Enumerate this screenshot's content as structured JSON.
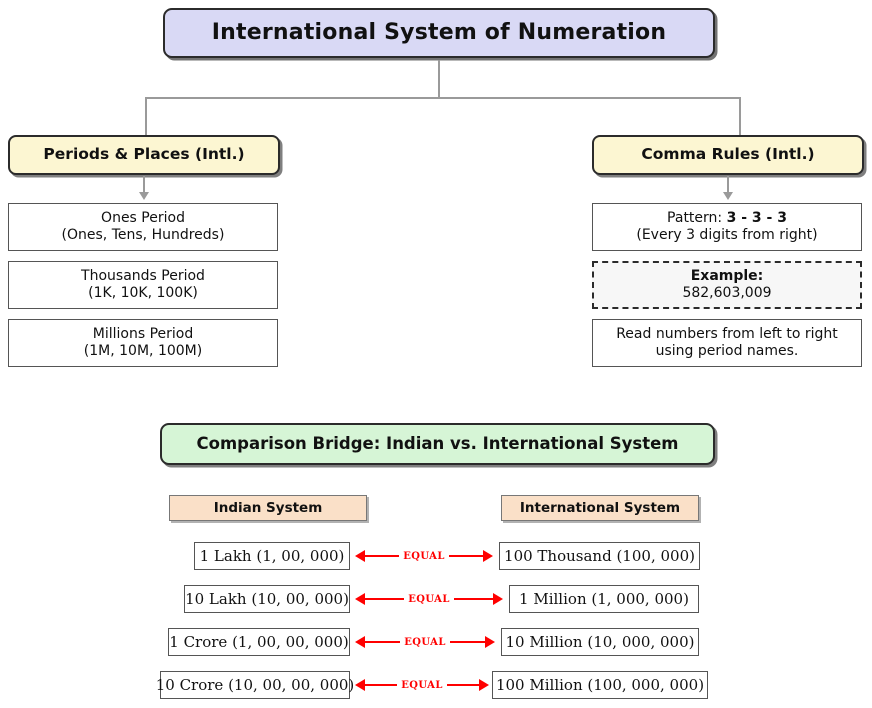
{
  "title": {
    "text": "International System of Numeration"
  },
  "branches": {
    "left": {
      "header": "Periods & Places (Intl.)",
      "items": [
        {
          "line1": "Ones Period",
          "line2": "(Ones, Tens, Hundreds)"
        },
        {
          "line1": "Thousands Period",
          "line2": "(1K, 10K, 100K)"
        },
        {
          "line1": "Millions Period",
          "line2": "(1M, 10M, 100M)"
        }
      ]
    },
    "right": {
      "header": "Comma Rules (Intl.)",
      "pattern": {
        "label": "Pattern: ",
        "value": "3 - 3 - 3",
        "note": "(Every 3 digits from right)"
      },
      "example": {
        "label": "Example:",
        "value": "582,603,009"
      },
      "reading": {
        "line1": "Read numbers from left to right",
        "line2": "using period names."
      }
    }
  },
  "bridge": {
    "header": "Comparison Bridge: Indian vs. International System",
    "columns": {
      "indian": "Indian System",
      "international": "International System"
    },
    "relation_label": "EQUAL",
    "rows": [
      {
        "indian": "1 Lakh (1, 00, 000)",
        "international": "100 Thousand (100, 000)"
      },
      {
        "indian": "10 Lakh (10, 00, 000)",
        "international": "1 Million (1, 000, 000)"
      },
      {
        "indian": "1 Crore (1, 00, 00, 000)",
        "international": "10 Million (10, 000, 000)"
      },
      {
        "indian": "10 Crore (10, 00, 00, 000)",
        "international": "100 Million (100, 000, 000)"
      }
    ]
  },
  "colors": {
    "title_fill": "#d9d9f5",
    "branch_fill": "#fcf6d2",
    "bridge_fill": "#d6f5d6",
    "column_fill": "#fae0c8",
    "relation_color": "#ff0000",
    "connector": "#9a9a9a"
  }
}
